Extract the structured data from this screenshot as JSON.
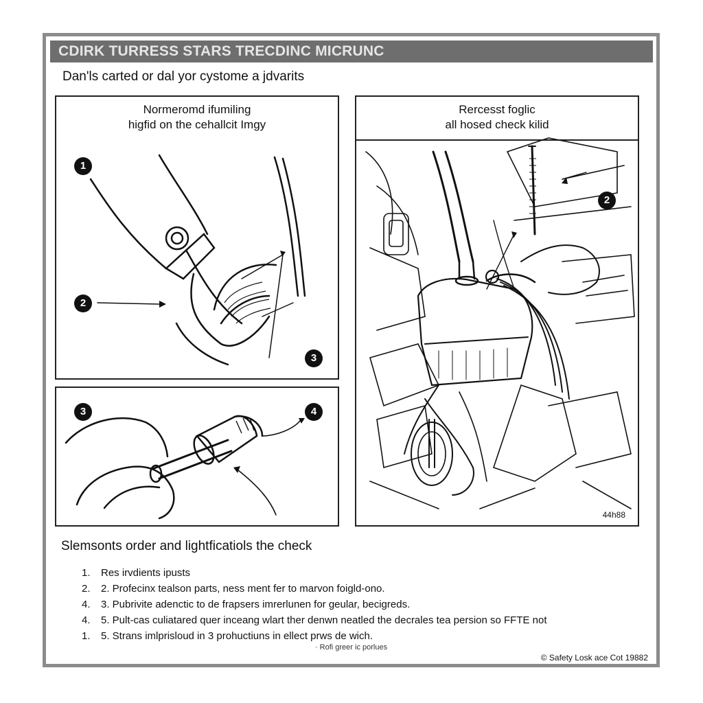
{
  "header": {
    "title": "CDIRK TURRESS STARS TRECDINC MICRUNC",
    "subtitle": "Dan'ls carted or dal yor cystome a jdvarits"
  },
  "panel_top_left": {
    "caption_line1": "Normeromd ifumiling",
    "caption_line2": "higfid on the cehallcit Imgy",
    "badges": [
      "1",
      "2",
      "3"
    ]
  },
  "panel_bottom_left": {
    "badges": [
      "3",
      "4"
    ]
  },
  "panel_right": {
    "caption_line1": "Rercesst foglic",
    "caption_line2": "all hosed check kilid",
    "badges": [
      "2"
    ],
    "figure_number": "44h88"
  },
  "steps": {
    "title": "Slemsonts order and lightficatiols the check",
    "items": [
      {
        "num": "1.",
        "text": "Res irvdients ipusts"
      },
      {
        "num": "2.",
        "text": "2. Profecinx tealson parts, ness ment fer to marvon foigld-ono."
      },
      {
        "num": "4.",
        "text": "3. Pubrivite adenctic to de frapsers imrerlunen for geular, becigreds."
      },
      {
        "num": "4.",
        "text": "5. Pult-cas culiatared quer inceang wlart ther denwn neatled the decrales tea persion so FFTE not"
      },
      {
        "num": "1.",
        "text": "5. Strans imlprisloud in 3 prohuctiuns in ellect prws de wich."
      }
    ]
  },
  "footer": {
    "note": "· Rofi greer ic porlues",
    "copyright": "© Safety Losk ace Cot 19882"
  },
  "colors": {
    "title_bar": "#6e6e6e",
    "frame": "#8c8c8c",
    "ink": "#111111"
  }
}
